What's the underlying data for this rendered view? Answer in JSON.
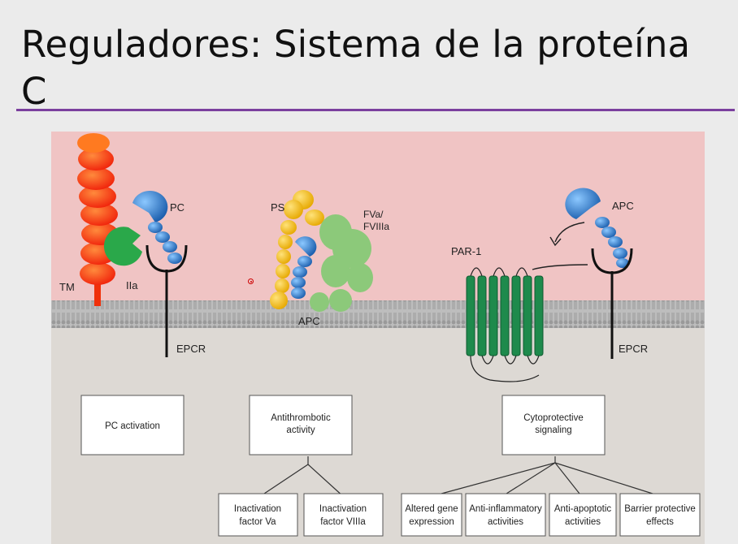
{
  "slide": {
    "title_line1": "Reguladores: Sistema de la proteína",
    "title_line2": "C"
  },
  "colors": {
    "accent_rule": "#7b3f9e",
    "extracellular": "#f0c4c4",
    "intracellular": "#ddd9d4",
    "membrane": "#b7b7b7",
    "tm_red": "#ff4010",
    "thrombin_green": "#2aa84a",
    "protein_blue": "#2f7fd0",
    "ps_yellow": "#f2c21b",
    "factor_green": "#8cc97a",
    "par1_green": "#1e8a4c"
  },
  "diagram": {
    "labels": {
      "tm": "TM",
      "iia": "IIa",
      "pc": "PC",
      "epcr_left": "EPCR",
      "ps": "PS",
      "fva_line1": "FVa/",
      "fva_line2": "FVIIIa",
      "apc_mid": "APC",
      "par1": "PAR-1",
      "apc_right": "APC",
      "epcr_right": "EPCR"
    },
    "boxes": {
      "pc_activation": "PC activation",
      "antithrombotic_line1": "Antithrombotic",
      "antithrombotic_line2": "activity",
      "cytoprotective_line1": "Cytoprotective",
      "cytoprotective_line2": "signaling",
      "inact_va_line1": "Inactivation",
      "inact_va_line2": "factor Va",
      "inact_viiia_line1": "Inactivation",
      "inact_viiia_line2": "factor VIIIa",
      "altered_line1": "Altered gene",
      "altered_line2": "expression",
      "antiinfl_line1": "Anti-inflammatory",
      "antiinfl_line2": "activities",
      "antiapop_line1": "Anti-apoptotic",
      "antiapop_line2": "activities",
      "barrier_line1": "Barrier protective",
      "barrier_line2": "effects"
    }
  }
}
